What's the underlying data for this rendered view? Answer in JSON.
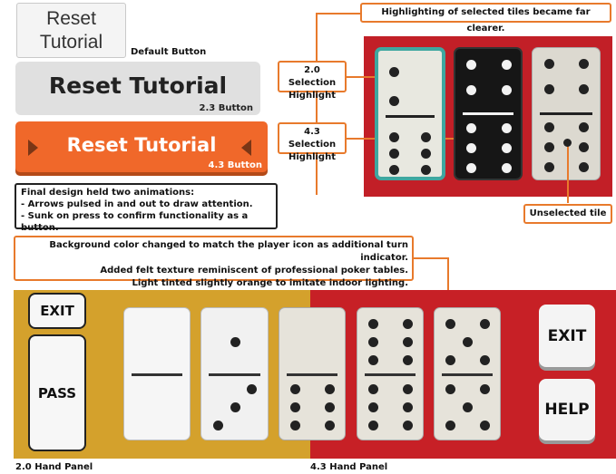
{
  "buttons": {
    "default": {
      "label": "Reset\nTutorial",
      "caption": "Default Button"
    },
    "v23": {
      "label": "Reset Tutorial",
      "caption": "2.3 Button"
    },
    "v43": {
      "label": "Reset Tutorial",
      "caption": "4.3 Button"
    }
  },
  "notes": {
    "animation": [
      "Final design held two animations:",
      "- Arrows pulsed in and out to draw attention.",
      "- Sunk on press to confirm functionality as a button."
    ],
    "highlight_title": "Highlighting of selected tiles became far clearer.",
    "sel20": "2.0 Selection\nHighlight",
    "sel43": "4.3 Selection\nHighlight",
    "unselected": "Unselected tile",
    "background": [
      "Background color changed to match the player icon as additional turn indicator.",
      "Added felt texture reminiscent of professional poker tables.",
      "Light tinted slightly orange to imitate indoor lighting."
    ]
  },
  "panels": {
    "left_caption": "2.0 Hand Panel",
    "right_caption": "4.3 Hand Panel",
    "exit": "EXIT",
    "pass": "PASS",
    "exit2": "EXIT",
    "help": "HELP"
  },
  "colors": {
    "orange": "#e87a2c",
    "button43": "#f0682a",
    "gold": "#d4a12c",
    "felt": "#c72026",
    "teal": "#3fa7a0"
  }
}
